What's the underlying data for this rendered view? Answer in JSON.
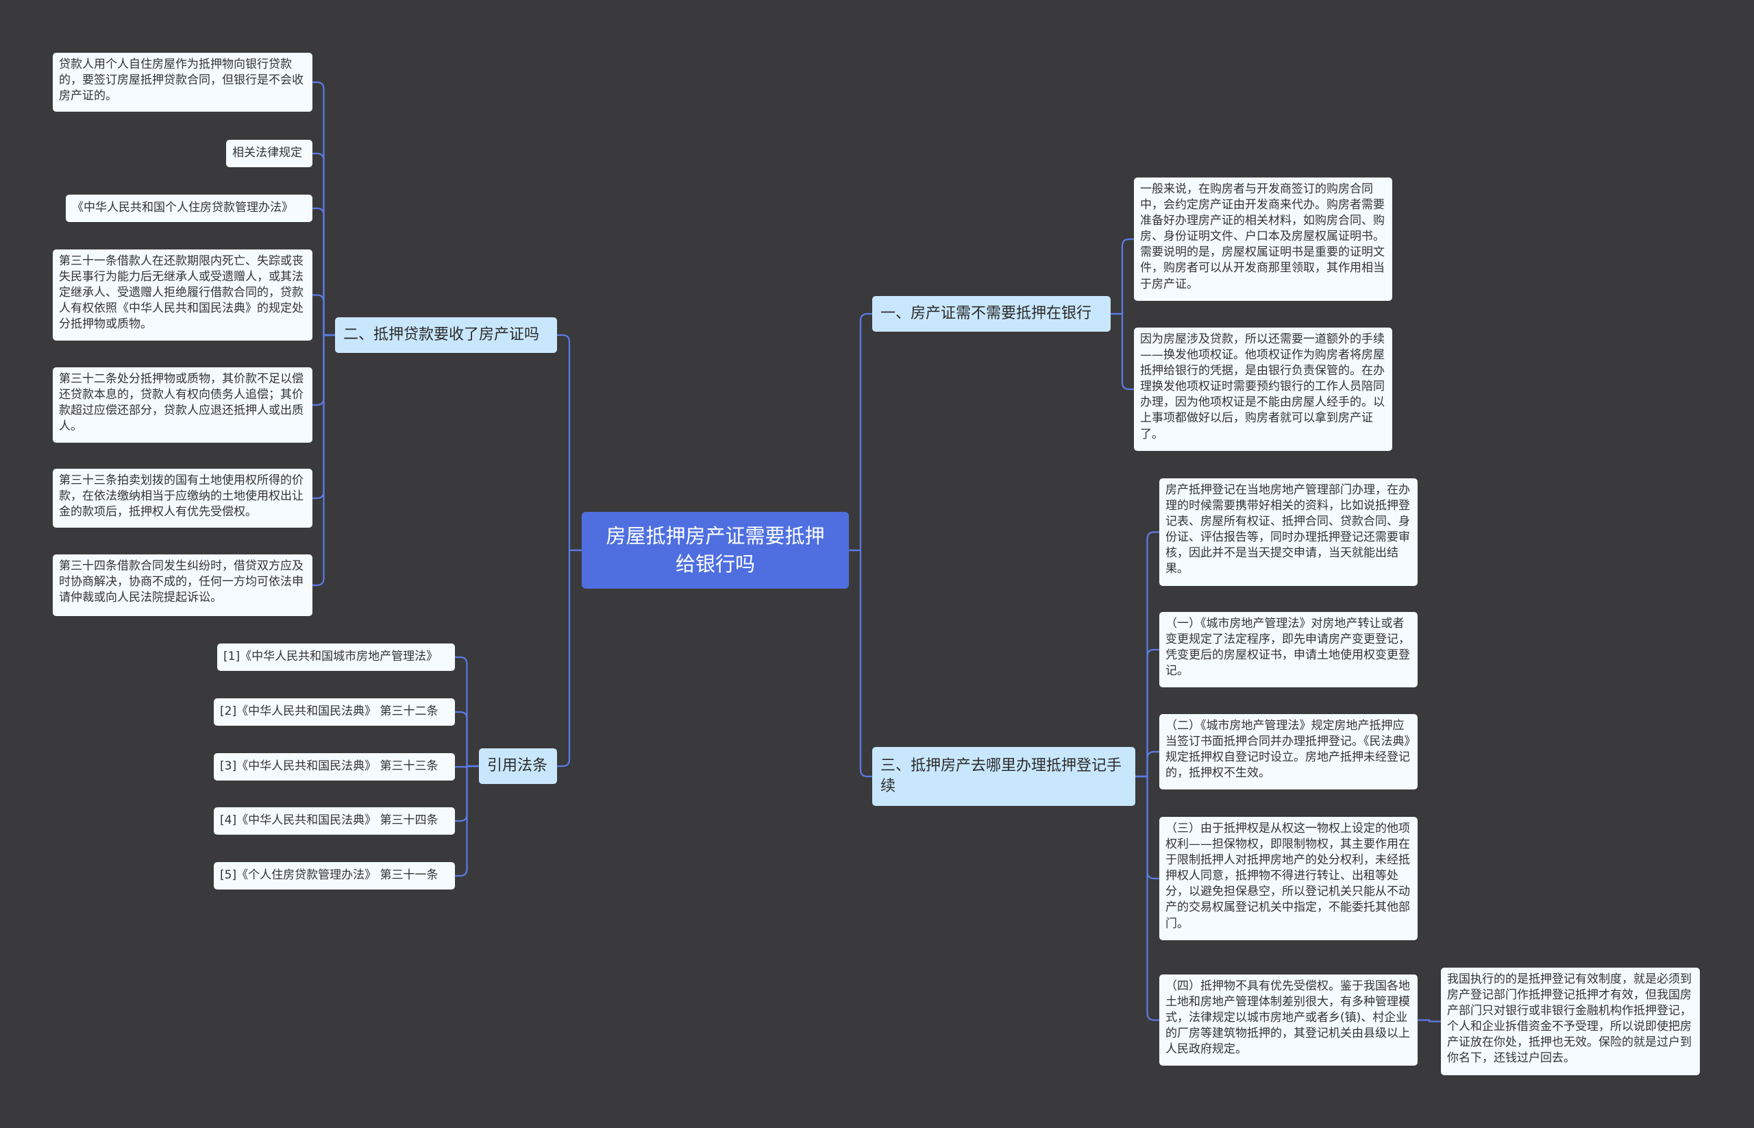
{
  "root": {
    "title": "房屋抵押房产证需要抵押给银行吗"
  },
  "branches": {
    "b1": {
      "label": "一、房产证需不需要抵押在银行"
    },
    "b2": {
      "label": "二、抵押贷款要收了房产证吗"
    },
    "b3": {
      "label": "三、抵押房产去哪里办理抵押登记手续"
    },
    "b4": {
      "label": "引用法条"
    }
  },
  "leaves": {
    "b1_1": "一般来说，在购房者与开发商签订的购房合同中，会约定房产证由开发商来代办。购房者需要准备好办理房产证的相关材料，如购房合同、购房、身份证明文件、户口本及房屋权属证明书。需要说明的是，房屋权属证明书是重要的证明文件，购房者可以从开发商那里领取，其作用相当于房产证。",
    "b1_2": "因为房屋涉及贷款，所以还需要一道额外的手续——换发他项权证。他项权证作为购房者将房屋抵押给银行的凭据，是由银行负责保管的。在办理换发他项权证时需要预约银行的工作人员陪同办理，因为他项权证是不能由房屋人经手的。以上事项都做好以后，购房者就可以拿到房产证了。",
    "b2_1": "贷款人用个人自住房屋作为抵押物向银行贷款的，要签订房屋抵押贷款合同，但银行是不会收房产证的。",
    "b2_2": "相关法律规定",
    "b2_3": "《中华人民共和国个人住房贷款管理办法》",
    "b2_4": "第三十一条借款人在还款期限内死亡、失踪或丧失民事行为能力后无继承人或受遗赠人，或其法定继承人、受遗赠人拒绝履行借款合同的，贷款人有权依照《中华人民共和国民法典》的规定处分抵押物或质物。",
    "b2_5": "第三十二条处分抵押物或质物，其价款不足以偿还贷款本息的，贷款人有权向债务人追偿；其价款超过应偿还部分，贷款人应退还抵押人或出质人。",
    "b2_6": "第三十三条拍卖划拨的国有土地使用权所得的价款，在依法缴纳相当于应缴纳的土地使用权出让金的款项后，抵押权人有优先受偿权。",
    "b2_7": "第三十四条借款合同发生纠纷时，借贷双方应及时协商解决，协商不成的，任何一方均可依法申请仲裁或向人民法院提起诉讼。",
    "b3_1": "房产抵押登记在当地房地产管理部门办理，在办理的时候需要携带好相关的资料，比如说抵押登记表、房屋所有权证、抵押合同、贷款合同、身份证、评估报告等，同时办理抵押登记还需要审核，因此并不是当天提交申请，当天就能出结果。",
    "b3_2": "（一）《城市房地产管理法》对房地产转让或者变更规定了法定程序，即先申请房产变更登记，凭变更后的房屋权证书，申请土地使用权变更登记。",
    "b3_3": "（二）《城市房地产管理法》规定房地产抵押应当签订书面抵押合同并办理抵押登记。《民法典》规定抵押权自登记时设立。房地产抵押未经登记的，抵押权不生效。",
    "b3_4": "（三）由于抵押权是从权这一物权上设定的他项权利——担保物权，即限制物权，其主要作用在于限制抵押人对抵押房地产的处分权利，未经抵押权人同意，抵押物不得进行转让、出租等处分，以避免担保悬空，所以登记机关只能从不动产的交易权属登记机关中指定，不能委托其他部门。",
    "b3_5": "（四）抵押物不具有优先受偿权。鉴于我国各地土地和房地产管理体制差别很大，有多种管理模式，法律规定以城市房地产或者乡(镇)、村企业的厂房等建筑物抵押的，其登记机关由县级以上人民政府规定。",
    "b3_5_1": "我国执行的的是抵押登记有效制度，就是必须到房产登记部门作抵押登记抵押才有效，但我国房产部门只对银行或非银行金融机构作抵押登记，个人和企业拆借资金不予受理，所以说即使把房产证放在你处，抵押也无效。保险的就是过户到你名下，还钱过户回去。",
    "b4_1": "[1]《中华人民共和国城市房地产管理法》",
    "b4_2": "[2]《中华人民共和国民法典》 第三十二条",
    "b4_3": "[3]《中华人民共和国民法典》 第三十三条",
    "b4_4": "[4]《中华人民共和国民法典》 第三十四条",
    "b4_5": "[5]《个人住房贷款管理办法》 第三十一条"
  },
  "colors": {
    "background": "#3a3a3c",
    "root": "#4f6fe1",
    "branch": "#c9e7fc",
    "leaf": "#f5fbff",
    "line": "#5b7be8"
  }
}
